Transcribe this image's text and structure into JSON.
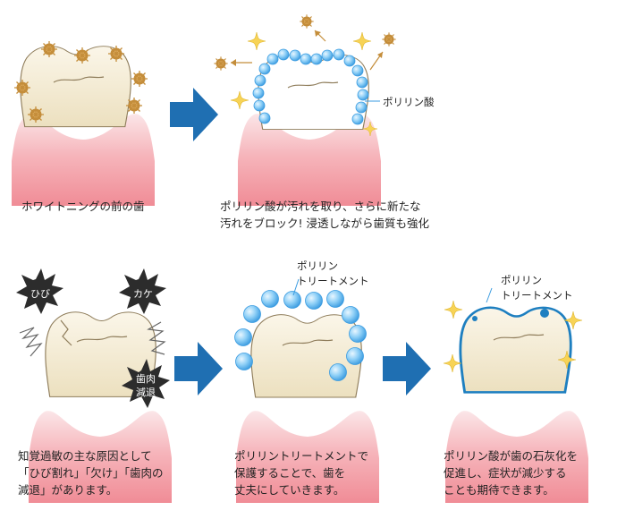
{
  "panels": [
    {
      "caption": [
        "ホワイトニングの前の歯"
      ]
    },
    {
      "caption": [
        "ポリリン酸が汚れを取り、さらに新たな",
        "汚れをブロック! 浸透しながら歯質も強化"
      ],
      "label": "ポリリン酸"
    },
    {
      "caption": [
        "知覚過敏の主な原因として",
        "「ひび割れ」「欠け」「歯肉の",
        "減退」があります。"
      ],
      "bursts": [
        "ひび",
        "カケ",
        "歯肉",
        "減退"
      ]
    },
    {
      "caption": [
        "ポリリントリートメントで",
        "保護することで、歯を",
        "丈夫にしていきます。"
      ],
      "label": [
        "ポリリン",
        "トリートメント"
      ]
    },
    {
      "caption": [
        "ポリリン酸が歯の石灰化を",
        "促進し、症状が減少する",
        "ことも期待できます。"
      ],
      "label": [
        "ポリリン",
        "トリートメント"
      ]
    }
  ],
  "colors": {
    "gum": "#f4a3aa",
    "gum_light": "#fbe3e5",
    "tooth": "#f3ead2",
    "bubble": "#5fb8ee",
    "arrow": "#1f6fb2",
    "stain": "#c48d3a",
    "sparkle": "#f7d356",
    "burst": "#2c2c2c"
  }
}
